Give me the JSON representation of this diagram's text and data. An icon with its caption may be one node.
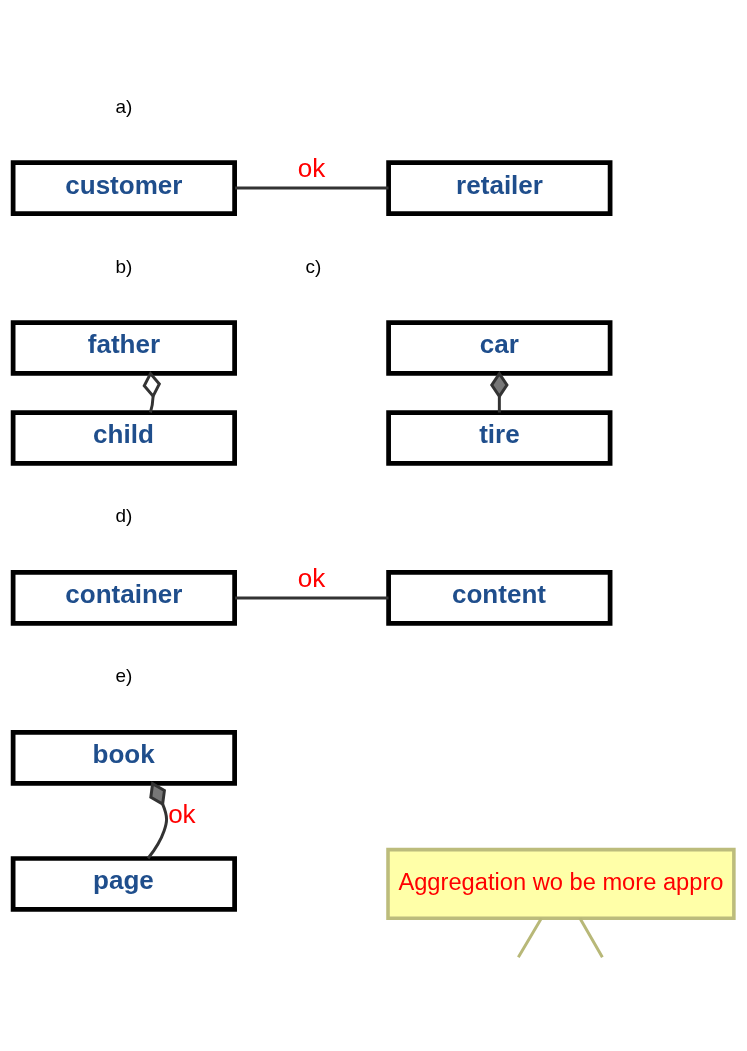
{
  "diagram": {
    "nodes": [
      {
        "text": [
          "customer"
        ]
      },
      {
        "text": [
          "retailer"
        ]
      },
      {
        "text": [
          "father"
        ]
      },
      {
        "text": [
          "child"
        ]
      },
      {
        "text": [
          "car"
        ]
      },
      {
        "text": [
          "tire"
        ]
      },
      {
        "text": [
          "container"
        ]
      },
      {
        "text": [
          "content"
        ]
      },
      {
        "text": [
          "book"
        ]
      },
      {
        "text": [
          "page"
        ]
      },
      {
        "text": [
          "Aggregation wo be more appro"
        ]
      }
    ],
    "edges": [
      {
        "from": 0,
        "to": 1,
        "arrow": "none",
        "label": "ok"
      },
      {
        "from": 2,
        "to": 3,
        "arrow": "other"
      },
      {
        "from": 4,
        "to": 5,
        "arrow": "other"
      },
      {
        "from": 6,
        "to": 7,
        "arrow": "none",
        "label": "ok"
      },
      {
        "from": 8,
        "to": 9,
        "arrow": "other",
        "label": "ok"
      },
      {
        "from": 10,
        "to": null,
        "arrow": "none",
        "color": "#b8b878"
      },
      {
        "from": 10,
        "to": null,
        "arrow": "none",
        "color": "#b8b878"
      }
    ],
    "labels": [
      "a)",
      "b)",
      "c)",
      "d)",
      "e)"
    ]
  }
}
